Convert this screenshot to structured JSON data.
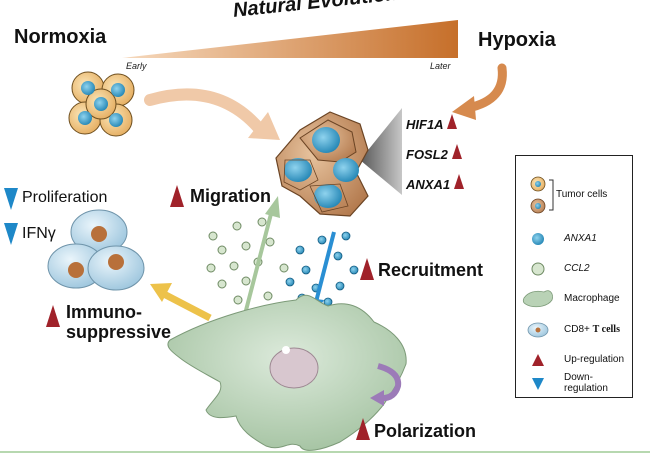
{
  "header": {
    "title": "Natural Evolution",
    "left_state": "Normoxia",
    "right_state": "Hypoxia",
    "early": "Early",
    "later": "Later"
  },
  "genes": [
    "HIF1A",
    "FOSL2",
    "ANXA1"
  ],
  "effects": {
    "migration": "Migration",
    "recruitment": "Recruitment",
    "polarization": "Polarization",
    "immuno_line1": "Immuno-",
    "immuno_line2": "suppressive",
    "proliferation": "Proliferation",
    "ifn": "IFNγ"
  },
  "legend": {
    "tumor_cells": "Tumor cells",
    "anxa1": "ANXA1",
    "ccl2": "CCL2",
    "macrophage": "Macrophage",
    "cd8_prefix": "CD8+",
    "cd8_suffix": "T cells",
    "up": "Up-regulation",
    "down_line1": "Down-",
    "down_line2": "regulation"
  },
  "colors": {
    "up_triangle": "#a0222a",
    "down_triangle": "#1e88c8",
    "tumor_outer": "#e8b869",
    "tumor_nucleus": "#3aa3c9",
    "hypoxic_cell": "#c9956a",
    "macrophage": "#b9d2b6",
    "tcell": "#c7e0ee",
    "tcell_nucleus": "#b8703a",
    "arrow_yellow": "#edc24a",
    "arrow_orange": "#d68a4e",
    "arrow_peach": "#f0c9a8",
    "arrow_purple": "#9c7bb8",
    "arrow_green": "#a7c79c",
    "arrow_blue": "#2a8fd3"
  }
}
